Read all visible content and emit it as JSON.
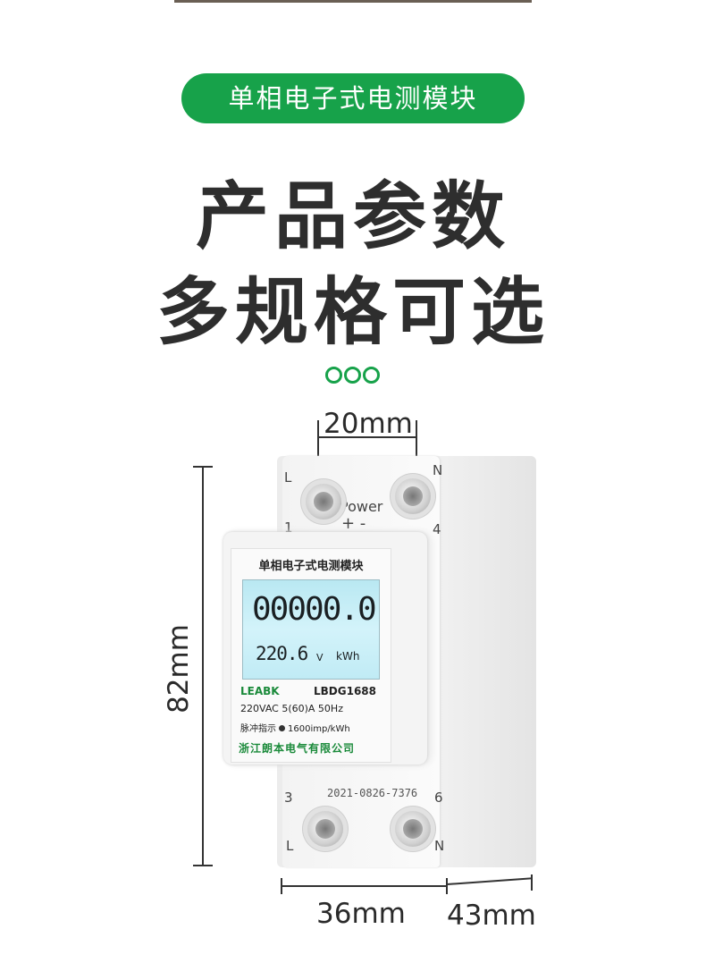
{
  "badge": "单相电子式电测模块",
  "heading_line1": "产品参数",
  "heading_line2": "多规格可选",
  "dimensions": {
    "top_width": "20mm",
    "height": "82mm",
    "bottom_front": "36mm",
    "bottom_depth": "43mm"
  },
  "device": {
    "terminals_top": {
      "left_letter": "L",
      "right_letter": "N",
      "left_number": "1",
      "right_number": "4",
      "power_label": "Power",
      "power_signs": "+ -"
    },
    "terminals_bottom": {
      "left_number": "3",
      "right_number": "6",
      "left_letter": "L",
      "right_letter": "N"
    },
    "meter_title": "单相电子式电测模块",
    "lcd_main": "00000.0",
    "lcd_voltage": "220.6",
    "lcd_voltage_unit": "V",
    "lcd_energy_unit": "kWh",
    "brand": "LEABK",
    "model": "LBDG1688",
    "spec_line": "220VAC   5(60)A   50Hz",
    "pulse_label": "脉冲指示",
    "pulse_value": "1600imp/kWh",
    "company": "浙江朗本电气有限公司",
    "serial": "2021-0826-7376"
  },
  "colors": {
    "accent": "#17a24a"
  }
}
